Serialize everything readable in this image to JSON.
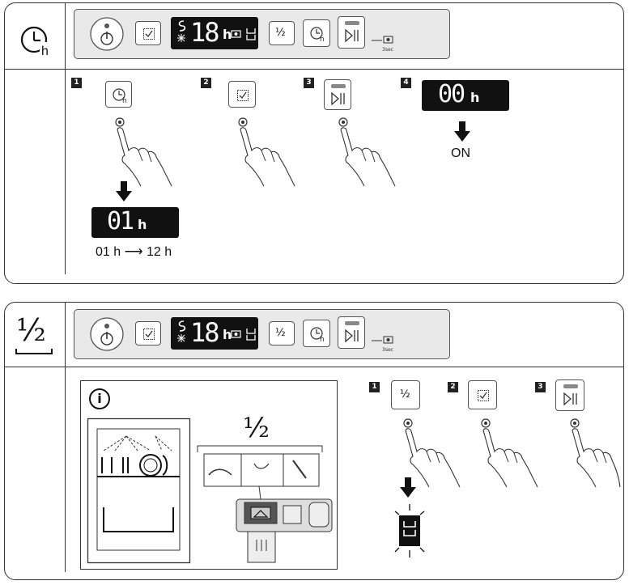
{
  "section1": {
    "control_panel": {
      "display_digits": "18",
      "display_unit": "h",
      "hold_label": "3sec"
    },
    "steps": [
      "1",
      "2",
      "3",
      "4"
    ],
    "result_display_start": "01",
    "result_display_unit": "h",
    "range_text": "01 h ⟶ 12 h",
    "delay_display": "00",
    "delay_unit": "h",
    "on_label": "ON"
  },
  "section2": {
    "header_symbol": "½",
    "control_panel": {
      "display_digits": "18",
      "display_unit": "h",
      "hold_label": "3sec"
    },
    "steps": [
      "1",
      "2",
      "3"
    ],
    "info_symbol": "i",
    "half_load_symbol": "½"
  }
}
